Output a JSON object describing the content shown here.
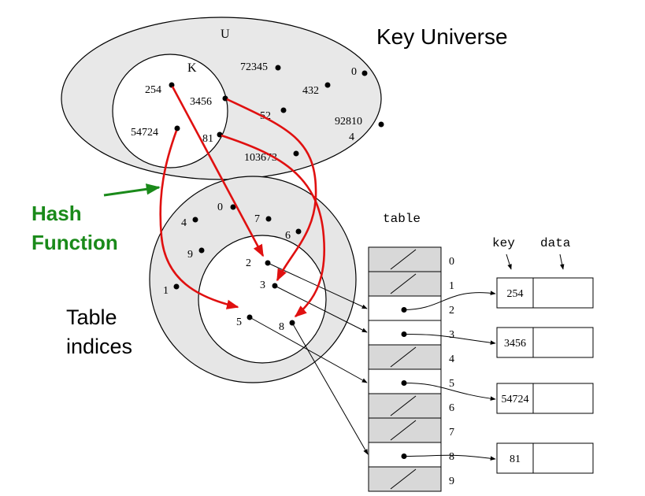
{
  "colors": {
    "ellipse_fill": "#e8e8e8",
    "annulus_fill": "#e6e6e6",
    "hash_arrow": "#e01010",
    "hash_label": "#1a8a1a",
    "hatched_fill": "#d8d8d8"
  },
  "labels": {
    "universe_symbol": "U",
    "universe_title": "Key Universe",
    "subset_symbol": "K",
    "hash_line1": "Hash",
    "hash_line2": "Function",
    "indices_line1": "Table",
    "indices_line2": "indices",
    "table_title": "table",
    "key_header": "key",
    "data_header": "data"
  },
  "universe_keys": [
    "72345",
    "0",
    "432",
    "52",
    "92810",
    "4",
    "103673"
  ],
  "selected_keys": [
    "254",
    "3456",
    "54724",
    "81"
  ],
  "outer_indices": [
    "0",
    "7",
    "4",
    "6",
    "9",
    "1"
  ],
  "inner_indices": [
    "2",
    "3",
    "5",
    "8"
  ],
  "slot_numbers": [
    "0",
    "1",
    "2",
    "3",
    "4",
    "5",
    "6",
    "7",
    "8",
    "9"
  ],
  "occupied_slots": [
    2,
    3,
    5,
    8
  ],
  "records": [
    {
      "slot": 2,
      "key": "254"
    },
    {
      "slot": 3,
      "key": "3456"
    },
    {
      "slot": 5,
      "key": "54724"
    },
    {
      "slot": 8,
      "key": "81"
    }
  ]
}
